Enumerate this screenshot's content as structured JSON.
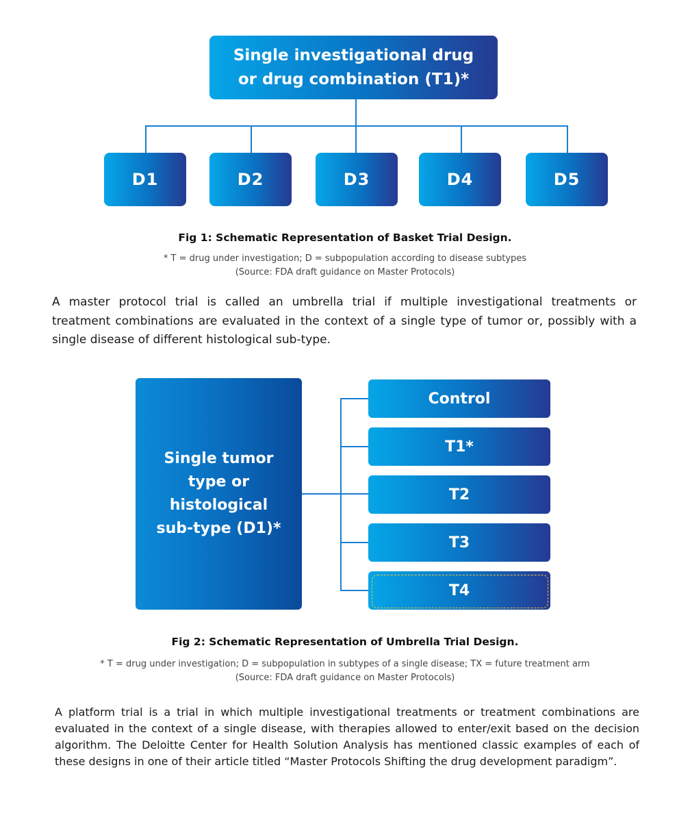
{
  "fig1": {
    "top_box_lines": [
      "Single investigational drug",
      "or drug combination (T1)*"
    ],
    "subgroups": [
      "D1",
      "D2",
      "D3",
      "D4",
      "D5"
    ],
    "caption": "Fig 1: Schematic Representation of Basket Trial Design.",
    "note_lines": [
      "* T = drug under investigation; D = subpopulation according to disease subtypes",
      "(Source:  FDA draft guidance on Master Protocols)"
    ]
  },
  "paragraph1_lines": [
    "A master protocol trial is called an umbrella trial if multiple investigational treatments or",
    "treatment combinations are evaluated in the context of a single type of tumor or, possibly with a",
    "single disease of different histological sub-type."
  ],
  "fig2": {
    "left_box_lines": [
      "Single tumor",
      "type or",
      "histological",
      "sub-type (D1)*"
    ],
    "arms": [
      "Control",
      "T1*",
      "T2",
      "T3",
      "T4"
    ],
    "caption": "Fig 2: Schematic Representation of Umbrella Trial Design.",
    "note_lines": [
      "* T = drug under investigation; D = subpopulation in subtypes of a single disease; TX = future treatment arm",
      "(Source:  FDA draft guidance on Master Protocols)"
    ]
  },
  "paragraph2_lines": [
    "A platform   trial is a trial in which multiple investigational treatments or treatment combinations are",
    "evaluated in the context of a single disease, with therapies allowed to enter/exit based on the decision",
    "algorithm. The Deloitte Center for Health Solution Analysis has mentioned classic examples of each of",
    "these designs in one of their article titled “Master Protocols Shifting the drug development paradigm”."
  ],
  "colors": {
    "gradient_start": "#06a6e8",
    "gradient_end": "#263a92",
    "connector": "#1a7fd0",
    "dashed_border": "#f1c232"
  }
}
